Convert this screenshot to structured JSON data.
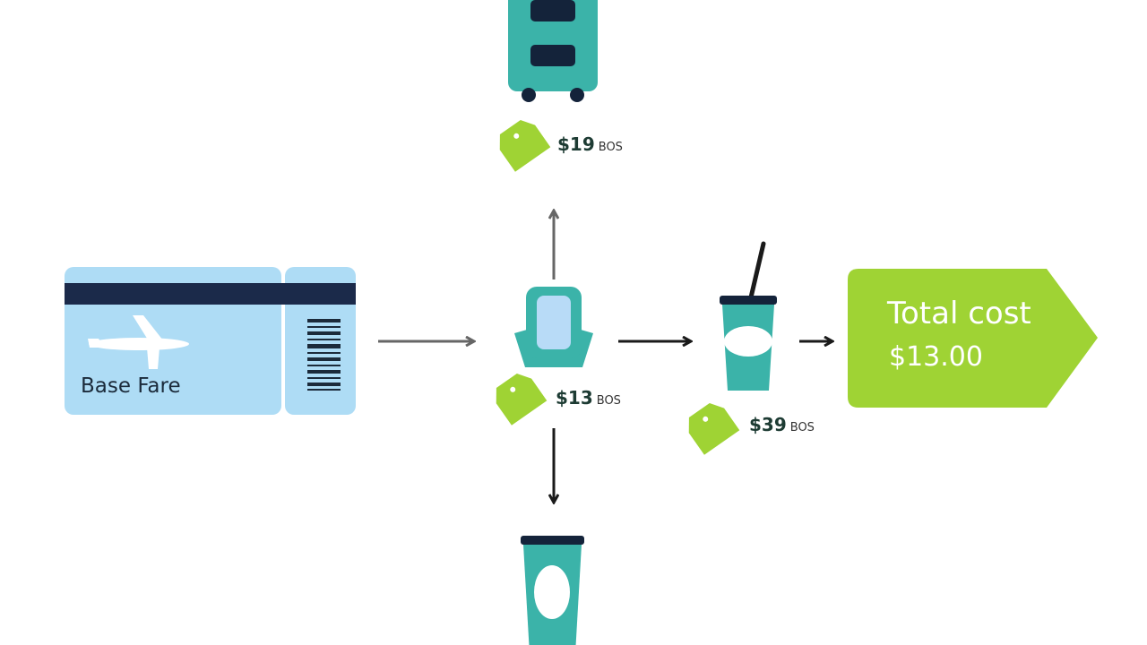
{
  "ticket": {
    "label": "Base Fare"
  },
  "luggage": {
    "price": "$19",
    "unit": "BOS"
  },
  "seat": {
    "price": "$13",
    "unit": "BOS"
  },
  "drink": {
    "price": "$39",
    "unit": "BOS"
  },
  "total": {
    "title": "Total cost",
    "value": "$13.00"
  },
  "colors": {
    "ticket_fill": "#aedcf5",
    "ticket_stripe": "#1b2a4a",
    "teal": "#3bb3a9",
    "navy": "#14233a",
    "lime": "#9fd334",
    "arrow_gray": "#666666",
    "arrow_dark": "#1a1a1a"
  },
  "icons": [
    "ticket-icon",
    "luggage-icon",
    "seat-icon",
    "drink-cup-icon",
    "cup-icon",
    "price-tag-icon",
    "arrow-icon"
  ]
}
